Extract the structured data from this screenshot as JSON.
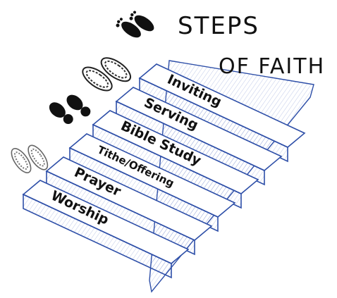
{
  "title": {
    "line1": "STEPS",
    "line2": "OF FAITH"
  },
  "steps": [
    {
      "label": "Worship"
    },
    {
      "label": "Prayer"
    },
    {
      "label": "Tithe/Offering"
    },
    {
      "label": "Bible Study"
    },
    {
      "label": "Serving"
    },
    {
      "label": "Inviting"
    }
  ],
  "footprints": [
    {
      "kind": "bare-feet",
      "color": "#111111"
    },
    {
      "kind": "sneaker-prints",
      "color": "#333333"
    },
    {
      "kind": "boot-prints",
      "color": "#111111"
    },
    {
      "kind": "light-sneaker-prints",
      "color": "#777777"
    }
  ],
  "colors": {
    "stair_line": "#2e4fa8",
    "stair_fill": "#ffffff",
    "text": "#111111"
  }
}
